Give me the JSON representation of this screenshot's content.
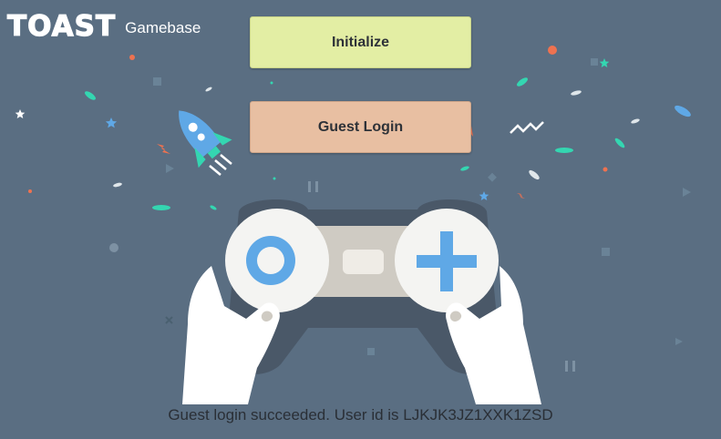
{
  "brand": {
    "logo_text": "TOAST",
    "product_name": "Gamebase"
  },
  "buttons": {
    "initialize_label": "Initialize",
    "guest_login_label": "Guest Login"
  },
  "status": {
    "message": "Guest login succeeded. User id is LJKJK3JZ1XXK1ZSD"
  },
  "colors": {
    "background": "#5a6e82",
    "initialize_button": "#e3eea4",
    "guest_login_button": "#e8bfa2",
    "accent_blue": "#5fa8e6",
    "accent_teal": "#34d6b1",
    "accent_orange": "#ee7250"
  },
  "icons": [
    "rocket-icon",
    "gamepad-icon",
    "hands-icon",
    "circle-button-icon",
    "plus-dpad-icon",
    "confetti-decoration"
  ]
}
